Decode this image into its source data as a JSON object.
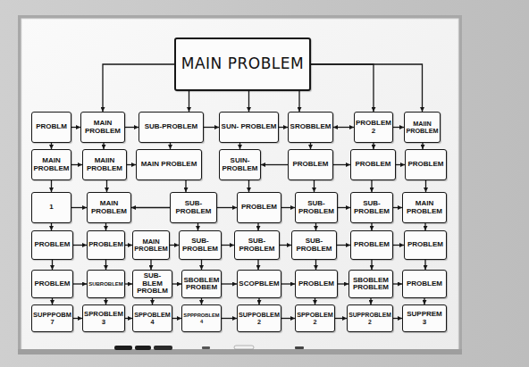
{
  "diagram": {
    "nodes": [
      {
        "text": [
          "MAIN PROBLEM"
        ]
      },
      {
        "text": [
          "PROBLM"
        ]
      },
      {
        "text": [
          "MAIN PROBLEM"
        ]
      },
      {
        "text": [
          "SUB-PROBLEM"
        ]
      },
      {
        "text": [
          "SUN- PROBLEM"
        ]
      },
      {
        "text": [
          "SROBBLEM"
        ]
      },
      {
        "text": [
          "PROBLEM 2"
        ]
      },
      {
        "text": [
          "MAIIN PROBLEM"
        ]
      },
      {
        "text": [
          "MAIN PROBLEM"
        ]
      },
      {
        "text": [
          "MAIIN PROBLEM"
        ]
      },
      {
        "text": [
          "MAIN PROBLEM"
        ]
      },
      {
        "text": [
          "SUIN- PROBLEM"
        ]
      },
      {
        "text": [
          "PROBLEM"
        ]
      },
      {
        "text": [
          "PROBLEM"
        ]
      },
      {
        "text": [
          "PROBLEM"
        ]
      },
      {
        "text": [
          "1"
        ]
      },
      {
        "text": [
          "MAIN PROBLEM"
        ]
      },
      {
        "text": [
          "SUB- PROBLEM"
        ]
      },
      {
        "text": [
          "PROBLEM"
        ]
      },
      {
        "text": [
          "SUB- PROBLEM"
        ]
      },
      {
        "text": [
          "SUB- PROBLEM"
        ]
      },
      {
        "text": [
          "MAIN PROBLEM"
        ]
      },
      {
        "text": [
          "PROBLEM"
        ]
      },
      {
        "text": [
          "PROBLEM"
        ]
      },
      {
        "text": [
          "MAIN PROBLEM"
        ]
      },
      {
        "text": [
          "SUB- PROBLEM"
        ]
      },
      {
        "text": [
          "SUB- PROBLEM"
        ]
      },
      {
        "text": [
          "SUB- PROBLEM"
        ]
      },
      {
        "text": [
          "PROBLEM"
        ]
      },
      {
        "text": [
          "PROBLEM"
        ]
      },
      {
        "text": [
          "PROBLEM"
        ]
      },
      {
        "text": [
          "SUBROBLEM"
        ]
      },
      {
        "text": [
          "SUB-BLEM PROBLM"
        ]
      },
      {
        "text": [
          "SBOBLEM PROBEM"
        ]
      },
      {
        "text": [
          "SCOPBLEM"
        ]
      },
      {
        "text": [
          "PROBLEM"
        ]
      },
      {
        "text": [
          "SBOBLEM PROBLEM"
        ]
      },
      {
        "text": [
          "PROBLEM"
        ]
      },
      {
        "text": [
          "SUPPPOBM 7"
        ]
      },
      {
        "text": [
          "SPROBLEM 3"
        ]
      },
      {
        "text": [
          "SPPOBLEM 4"
        ]
      },
      {
        "text": [
          "SPPPROBLEM 4"
        ]
      },
      {
        "text": [
          "SUPPOBLEM 2"
        ]
      },
      {
        "text": [
          "SPPOBLEM 2"
        ]
      },
      {
        "text": [
          "SUPPROBLEM 2"
        ]
      },
      {
        "text": [
          "SUPPREM 3"
        ]
      }
    ],
    "edges": [
      {
        "from": 0,
        "to": 2,
        "arrow": "to"
      },
      {
        "from": 0,
        "to": 3,
        "arrow": "to"
      },
      {
        "from": 0,
        "to": 4,
        "arrow": "to"
      },
      {
        "from": 0,
        "to": 5,
        "arrow": "to"
      },
      {
        "from": 0,
        "to": 6,
        "arrow": "to"
      },
      {
        "from": 0,
        "to": 7,
        "arrow": "to"
      },
      {
        "from": 1,
        "to": 2,
        "arrow": "to"
      },
      {
        "from": 2,
        "to": 3,
        "arrow": "to"
      },
      {
        "from": 3,
        "to": 4,
        "arrow": "to"
      },
      {
        "from": 4,
        "to": 5,
        "arrow": "to"
      },
      {
        "from": 5,
        "to": 6,
        "arrow": "both"
      },
      {
        "from": 6,
        "to": 7,
        "arrow": "to"
      },
      {
        "from": 8,
        "to": 9,
        "arrow": "to"
      },
      {
        "from": 9,
        "to": 10,
        "arrow": "to"
      },
      {
        "from": 12,
        "to": 11,
        "arrow": "to"
      },
      {
        "from": 12,
        "to": 13,
        "arrow": "to"
      },
      {
        "from": 13,
        "to": 14,
        "arrow": "to"
      },
      {
        "from": 15,
        "to": 16,
        "arrow": "to"
      },
      {
        "from": 17,
        "to": 16,
        "arrow": "to"
      },
      {
        "from": 17,
        "to": 18,
        "arrow": "to"
      },
      {
        "from": 18,
        "to": 19,
        "arrow": "to"
      },
      {
        "from": 19,
        "to": 20,
        "arrow": "to"
      },
      {
        "from": 20,
        "to": 21,
        "arrow": "to"
      },
      {
        "from": 22,
        "to": 23,
        "arrow": "to"
      },
      {
        "from": 23,
        "to": 24,
        "arrow": "to"
      },
      {
        "from": 24,
        "to": 25,
        "arrow": "to"
      },
      {
        "from": 25,
        "to": 26,
        "arrow": "to"
      },
      {
        "from": 26,
        "to": 27,
        "arrow": "to"
      },
      {
        "from": 27,
        "to": 28,
        "arrow": "to"
      },
      {
        "from": 28,
        "to": 29,
        "arrow": "to"
      },
      {
        "from": 30,
        "to": 31,
        "arrow": "to"
      },
      {
        "from": 31,
        "to": 32,
        "arrow": "to"
      },
      {
        "from": 32,
        "to": 33,
        "arrow": "to"
      },
      {
        "from": 33,
        "to": 34,
        "arrow": "to"
      },
      {
        "from": 34,
        "to": 35,
        "arrow": "to"
      },
      {
        "from": 35,
        "to": 36,
        "arrow": "to"
      },
      {
        "from": 36,
        "to": 37,
        "arrow": "to"
      },
      {
        "from": 38,
        "to": 39,
        "arrow": "to"
      },
      {
        "from": 39,
        "to": 40,
        "arrow": "to"
      },
      {
        "from": 40,
        "to": 41,
        "arrow": "to"
      },
      {
        "from": 41,
        "to": 42,
        "arrow": "to"
      },
      {
        "from": 42,
        "to": 43,
        "arrow": "to"
      },
      {
        "from": 43,
        "to": 44,
        "arrow": "to"
      },
      {
        "from": 44,
        "to": 45,
        "arrow": "to"
      },
      {
        "from": 1,
        "to": 8,
        "arrow": "to"
      },
      {
        "from": 2,
        "to": 9,
        "arrow": "to"
      },
      {
        "from": 3,
        "to": 10,
        "arrow": "to"
      },
      {
        "from": 4,
        "to": 11,
        "arrow": "to"
      },
      {
        "from": 5,
        "to": 12,
        "arrow": "to"
      },
      {
        "from": 6,
        "to": 13,
        "arrow": "to"
      },
      {
        "from": 7,
        "to": 14,
        "arrow": "to"
      },
      {
        "from": 8,
        "to": 15,
        "arrow": "to"
      },
      {
        "from": 9,
        "to": 16,
        "arrow": "to"
      },
      {
        "from": 10,
        "to": 17,
        "arrow": "to"
      },
      {
        "from": 11,
        "to": 18,
        "arrow": "to"
      },
      {
        "from": 12,
        "to": 19,
        "arrow": "to"
      },
      {
        "from": 13,
        "to": 20,
        "arrow": "to"
      },
      {
        "from": 14,
        "to": 21,
        "arrow": "to"
      },
      {
        "from": 15,
        "to": 22,
        "arrow": "to"
      },
      {
        "from": 16,
        "to": 23,
        "arrow": "to"
      },
      {
        "from": 17,
        "to": 25,
        "arrow": "to"
      },
      {
        "from": 18,
        "to": 26,
        "arrow": "to"
      },
      {
        "from": 19,
        "to": 27,
        "arrow": "to"
      },
      {
        "from": 20,
        "to": 28,
        "arrow": "to"
      },
      {
        "from": 21,
        "to": 29,
        "arrow": "to"
      },
      {
        "from": 22,
        "to": 30,
        "arrow": "to"
      },
      {
        "from": 23,
        "to": 31,
        "arrow": "to"
      },
      {
        "from": 24,
        "to": 32,
        "arrow": "to"
      },
      {
        "from": 25,
        "to": 33,
        "arrow": "to"
      },
      {
        "from": 26,
        "to": 34,
        "arrow": "to"
      },
      {
        "from": 27,
        "to": 35,
        "arrow": "to"
      },
      {
        "from": 28,
        "to": 36,
        "arrow": "to"
      },
      {
        "from": 29,
        "to": 37,
        "arrow": "to"
      },
      {
        "from": 30,
        "to": 38,
        "arrow": "to"
      },
      {
        "from": 31,
        "to": 39,
        "arrow": "to"
      },
      {
        "from": 32,
        "to": 40,
        "arrow": "to"
      },
      {
        "from": 33,
        "to": 41,
        "arrow": "to"
      },
      {
        "from": 34,
        "to": 42,
        "arrow": "to"
      },
      {
        "from": 35,
        "to": 43,
        "arrow": "to"
      },
      {
        "from": 36,
        "to": 44,
        "arrow": "to"
      },
      {
        "from": 37,
        "to": 45,
        "arrow": "to"
      }
    ]
  }
}
